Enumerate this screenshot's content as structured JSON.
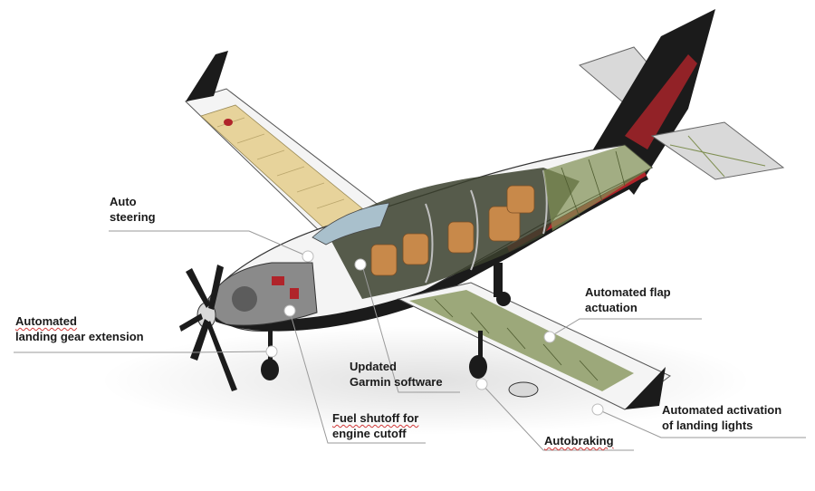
{
  "diagram": {
    "subject": "cutaway single-engine turboprop aircraft",
    "colors": {
      "fuselage_white": "#f4f4f4",
      "fuselage_black": "#1b1b1b",
      "accent_red": "#b0242a",
      "wing_wood": "#e7d39b",
      "structure_green": "#7f8f52",
      "seat_tan": "#c8894a",
      "leader_line": "#9a9a9a",
      "marker_fill": "#ffffff"
    },
    "callouts": [
      {
        "id": "auto-steering",
        "lines": [
          "Auto",
          "steering"
        ],
        "underline_first": false
      },
      {
        "id": "landing-gear",
        "lines": [
          "Automated",
          "landing gear extension"
        ],
        "underline_first": true
      },
      {
        "id": "garmin",
        "lines": [
          "Updated",
          "Garmin software"
        ],
        "underline_first": false
      },
      {
        "id": "fuel-shutoff",
        "lines": [
          "Fuel shutoff for",
          "engine cutoff"
        ],
        "underline_first": true
      },
      {
        "id": "autobraking",
        "lines": [
          "Autobraking"
        ],
        "underline_first": true
      },
      {
        "id": "flap-actuation",
        "lines": [
          "Automated flap",
          "actuation"
        ],
        "underline_first": false
      },
      {
        "id": "landing-lights",
        "lines": [
          "Automated activation",
          "of landing lights"
        ],
        "underline_first": false
      }
    ]
  }
}
